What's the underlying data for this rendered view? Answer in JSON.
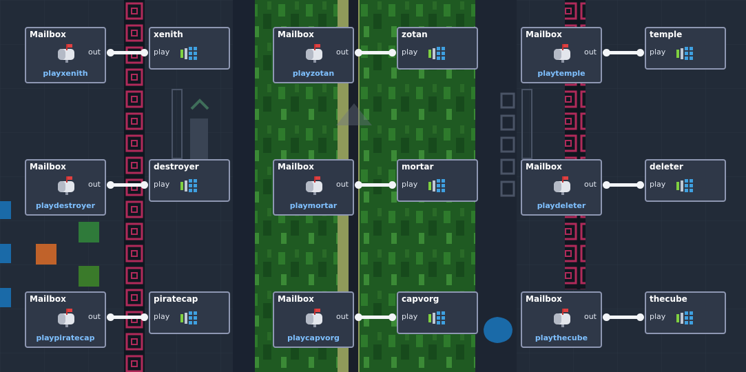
{
  "colors": {
    "background": "#222b38",
    "node_fill": "#2f3848",
    "node_border": "#8e97b2",
    "channel_text": "#7fc0ff",
    "wire": "#f3f5f8"
  },
  "nodes": {
    "r1c1": {
      "mailbox_title": "Mailbox",
      "out_label": "out",
      "channel": "playxenith",
      "sound_title": "xenith",
      "play_label": "play"
    },
    "r1c2": {
      "mailbox_title": "Mailbox",
      "out_label": "out",
      "channel": "playzotan",
      "sound_title": "zotan",
      "play_label": "play"
    },
    "r1c3": {
      "mailbox_title": "Mailbox",
      "out_label": "out",
      "channel": "playtemple",
      "sound_title": "temple",
      "play_label": "play"
    },
    "r2c1": {
      "mailbox_title": "Mailbox",
      "out_label": "out",
      "channel": "playdestroyer",
      "sound_title": "destroyer",
      "play_label": "play"
    },
    "r2c2": {
      "mailbox_title": "Mailbox",
      "out_label": "out",
      "channel": "playmortar",
      "sound_title": "mortar",
      "play_label": "play"
    },
    "r2c3": {
      "mailbox_title": "Mailbox",
      "out_label": "out",
      "channel": "playdeleter",
      "sound_title": "deleter",
      "play_label": "play"
    },
    "r3c1": {
      "mailbox_title": "Mailbox",
      "out_label": "out",
      "channel": "playpiratecap",
      "sound_title": "piratecap",
      "play_label": "play"
    },
    "r3c2": {
      "mailbox_title": "Mailbox",
      "out_label": "out",
      "channel": "playcapvorg",
      "sound_title": "capvorg",
      "play_label": "play"
    },
    "r3c3": {
      "mailbox_title": "Mailbox",
      "out_label": "out",
      "channel": "playthecube",
      "sound_title": "thecube",
      "play_label": "play"
    }
  }
}
